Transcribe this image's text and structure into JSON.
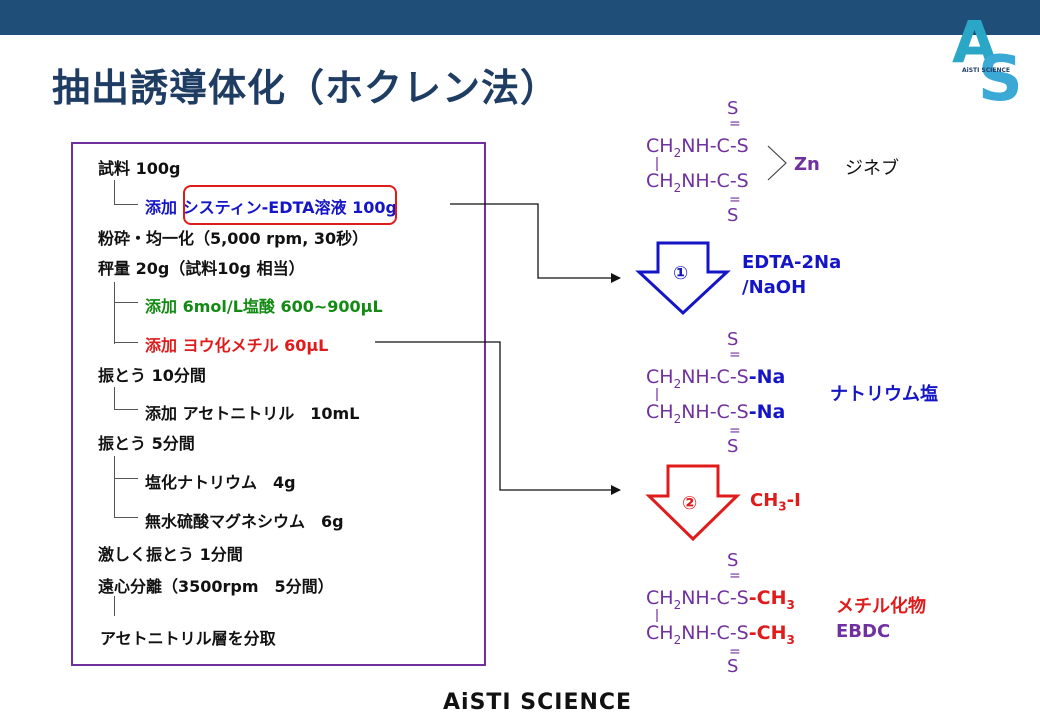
{
  "title": "抽出誘導体化（ホクレン法）",
  "logo": {
    "big_letters": "AS",
    "tagline": "AiSTI SCIENCE"
  },
  "procedure": {
    "steps": [
      {
        "text": "試料 100g"
      },
      {
        "prefix": "添加 ",
        "text": "システィン-EDTA溶液 100g"
      },
      {
        "text": "粉砕・均一化（5,000 rpm, 30秒）"
      },
      {
        "text": "秤量 20g（試料10g 相当）"
      },
      {
        "text": "添加 6mol/L塩酸 600~900μL"
      },
      {
        "text": "添加 ヨウ化メチル 60μL"
      },
      {
        "text": "振とう 10分間"
      },
      {
        "text": "添加 アセトニトリル　10mL"
      },
      {
        "text": "振とう 5分間"
      },
      {
        "text": "塩化ナトリウム　4g"
      },
      {
        "text": "無水硫酸マグネシウム　6g"
      },
      {
        "text": "激しく振とう 1分間"
      },
      {
        "text": "遠心分離（3500rpm　5分間）"
      },
      {
        "text": "アセトニトリル層を分取"
      }
    ]
  },
  "structures": {
    "s_atom": "S",
    "double_bond": "=",
    "ch2_main": "CH",
    "ch2_sub": "2",
    "chain": "NH-C-S",
    "zineb": {
      "metal": "Zn",
      "name": "ジネブ"
    },
    "sodium": {
      "suffix": "-Na",
      "name": "ナトリウム塩"
    },
    "methyl": {
      "suffix_main": "-CH",
      "suffix_sub": "3",
      "name": "メチル化物",
      "name2": "EBDC"
    }
  },
  "arrows": [
    {
      "number": "①",
      "reagent_line1": "EDTA-2Na",
      "reagent_line2": "/NaOH",
      "color": "#1515c8"
    },
    {
      "number": "②",
      "reagent_main": "CH",
      "reagent_sub": "3",
      "reagent_end": "-I",
      "color": "#e01b1b"
    }
  ],
  "footer": "AiSTI SCIENCE",
  "colors": {
    "topbar": "#1f4e79",
    "title": "#1f3d63",
    "box": "#7030a0",
    "blue": "#1515c8",
    "green": "#138a13",
    "red": "#e01b1b",
    "structure": "#7030a0"
  }
}
